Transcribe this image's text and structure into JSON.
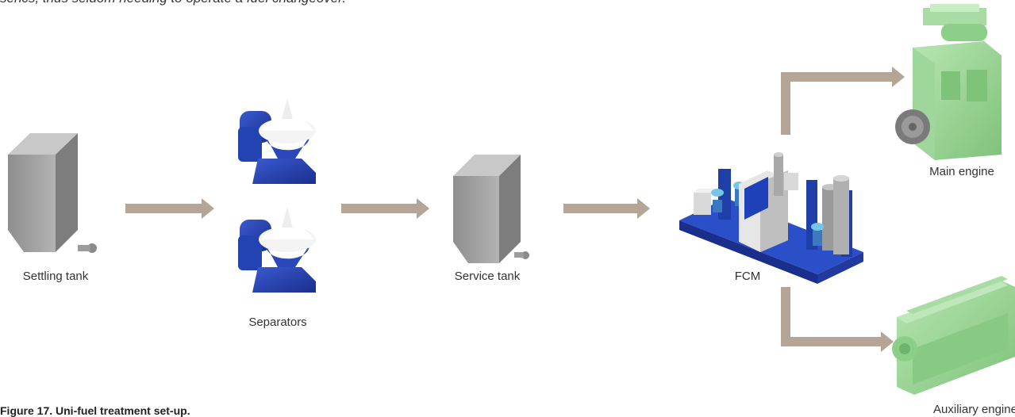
{
  "intro_text": "sencs, thus seldom needing to operate a fuel changeover.",
  "caption": "Figure 17. Uni-fuel treatment set-up.",
  "nodes": {
    "settling_tank": "Settling tank",
    "separators": "Separators",
    "service_tank": "Service tank",
    "fcm": "FCM",
    "main_engine": "Main engine",
    "auxiliary_engine": "Auxiliary engine"
  },
  "colors": {
    "arrow": "#b5a596",
    "tank": "#9a9a9a",
    "separator_blue": "#1f3fa8",
    "engine_green": "#9fd69b"
  }
}
